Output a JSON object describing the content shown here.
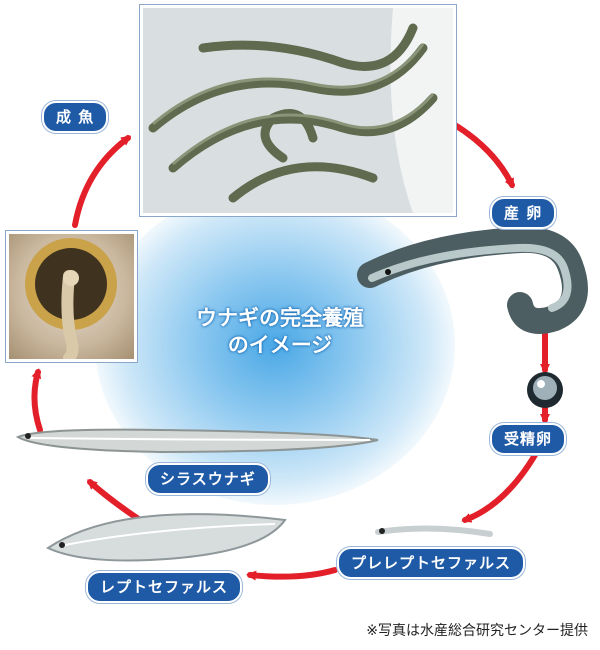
{
  "title": "ウナギの完全養殖\nのイメージ",
  "title_lines": [
    "ウナギの完全養殖",
    "のイメージ"
  ],
  "stages": {
    "adult": "成 魚",
    "spawn": "産 卵",
    "fertilized": "受精卵",
    "prelepto": "プレレプトセファルス",
    "lepto": "レプトセファルス",
    "glass": "シラスウナギ"
  },
  "credit": "※写真は水産総合研究センター提供",
  "colors": {
    "label_bg": "#1e5aa6",
    "arrow": "#e3202a",
    "glow": "#4aa8e6"
  }
}
